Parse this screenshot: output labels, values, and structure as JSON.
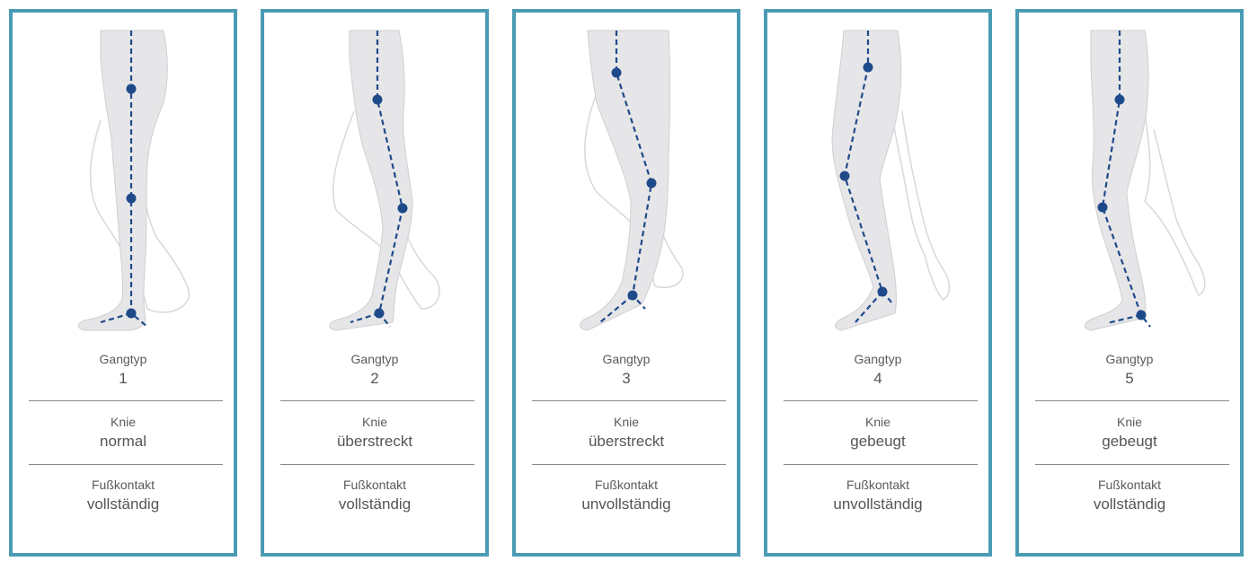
{
  "cards": [
    {
      "gangtyp_label": "Gangtyp",
      "gangtyp_value": "1",
      "knie_label": "Knie",
      "knie_value": "normal",
      "fuss_label": "Fußkontakt",
      "fuss_value": "vollständig"
    },
    {
      "gangtyp_label": "Gangtyp",
      "gangtyp_value": "2",
      "knie_label": "Knie",
      "knie_value": "überstreckt",
      "fuss_label": "Fußkontakt",
      "fuss_value": "vollständig"
    },
    {
      "gangtyp_label": "Gangtyp",
      "gangtyp_value": "3",
      "knie_label": "Knie",
      "knie_value": "überstreckt",
      "fuss_label": "Fußkontakt",
      "fuss_value": "unvollständig"
    },
    {
      "gangtyp_label": "Gangtyp",
      "gangtyp_value": "4",
      "knie_label": "Knie",
      "knie_value": "gebeugt",
      "fuss_label": "Fußkontakt",
      "fuss_value": "unvollständig"
    },
    {
      "gangtyp_label": "Gangtyp",
      "gangtyp_value": "5",
      "knie_label": "Knie",
      "knie_value": "gebeugt",
      "fuss_label": "Fußkontakt",
      "fuss_value": "vollständig"
    }
  ],
  "colors": {
    "frame": "#4a9bb3",
    "leg_fill": "#e6e6e8",
    "leg_outline": "#cfcfd3",
    "joint": "#1f4a8a",
    "divider": "#888888"
  }
}
